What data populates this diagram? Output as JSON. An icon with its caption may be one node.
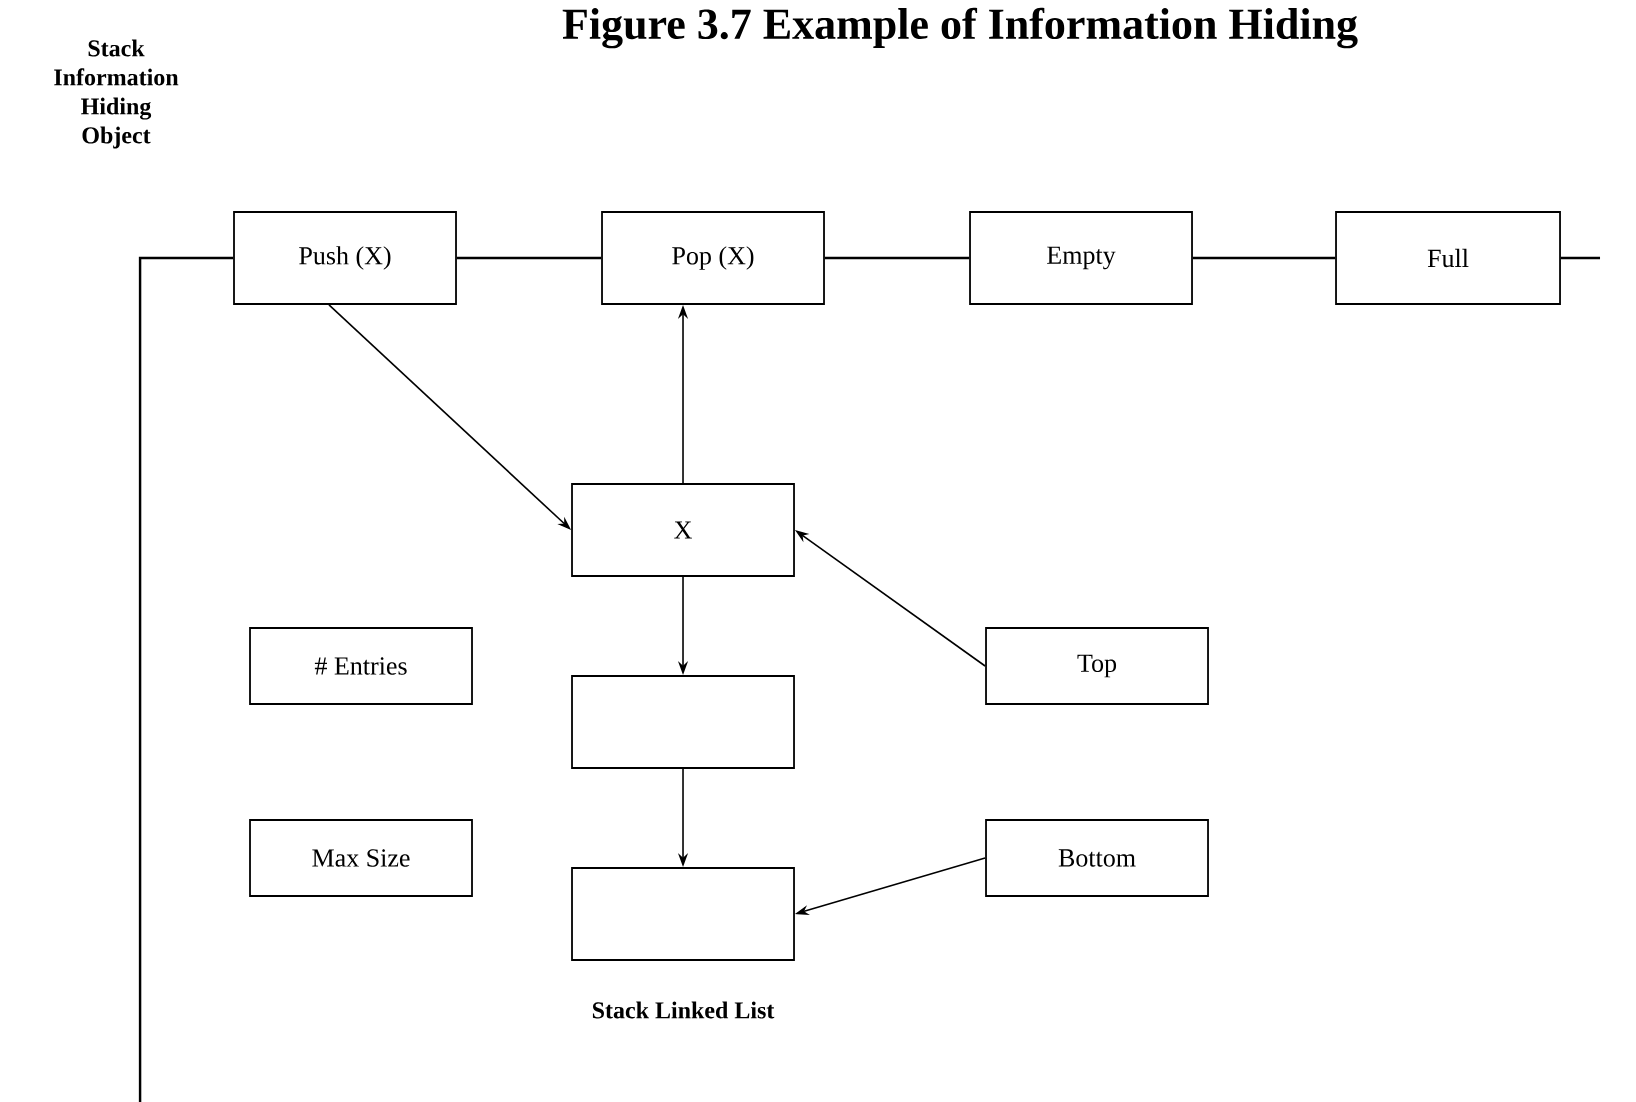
{
  "diagram": {
    "title": "Figure 3.7 Example of Information Hiding",
    "nodes": [
      {
        "text": [
          "Push (X)"
        ]
      },
      {
        "text": [
          "Pop (X)"
        ]
      },
      {
        "text": [
          "Empty"
        ]
      },
      {
        "text": [
          "Full"
        ]
      },
      {
        "text": [
          "X"
        ]
      },
      {
        "text": [],
        "shape": "box"
      },
      {
        "text": [],
        "shape": "box"
      },
      {
        "text": [
          "# Entries"
        ]
      },
      {
        "text": [
          "Max Size"
        ]
      },
      {
        "text": [
          "Top"
        ]
      },
      {
        "text": [
          "Bottom"
        ]
      }
    ],
    "edges": [
      {
        "from": null,
        "to": 0,
        "arrow": "none"
      },
      {
        "from": 0,
        "to": 1,
        "arrow": "none"
      },
      {
        "from": 1,
        "to": 2,
        "arrow": "none"
      },
      {
        "from": 2,
        "to": 3,
        "arrow": "none"
      },
      {
        "from": 3,
        "to": null,
        "arrow": "none"
      },
      {
        "from": 0,
        "to": 4,
        "arrow": "to"
      },
      {
        "from": 4,
        "to": 1,
        "arrow": "to"
      },
      {
        "from": 4,
        "to": 5,
        "arrow": "to"
      },
      {
        "from": 5,
        "to": 6,
        "arrow": "to"
      },
      {
        "from": 9,
        "to": 4,
        "arrow": "to"
      },
      {
        "from": 10,
        "to": 6,
        "arrow": "to"
      }
    ],
    "labels": [
      "Stack Information Hiding Object",
      "Stack Linked List"
    ]
  }
}
